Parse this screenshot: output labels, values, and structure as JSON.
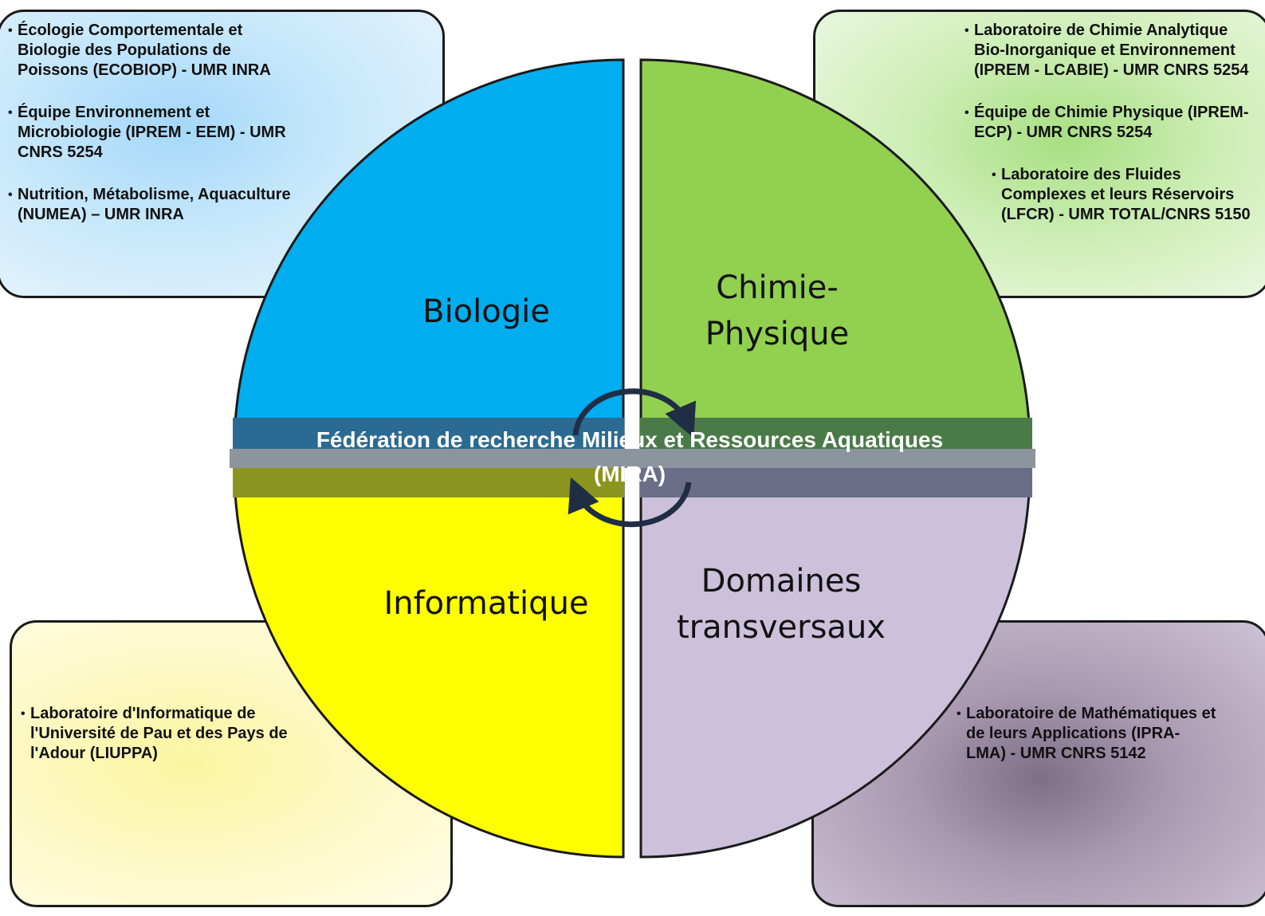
{
  "diagram": {
    "center_title": "Fédération de recherche Milieux et Ressources Aquatiques (MIRA)",
    "colors": {
      "biologie": "#00adef",
      "chimie": "#92d050",
      "informatique": "#ffff00",
      "domaines": "#ccc0da",
      "band_left_top": "#2b6a92",
      "band_right_top": "#4a7a48",
      "band_left_bottom": "#8a9520",
      "band_right_bottom": "#6b6e88",
      "cycle_arrows": "#1f2d45"
    },
    "quadrants": {
      "biologie": {
        "label": "Biologie",
        "items": [
          "Écologie Comportementale et Biologie des Populations de Poissons (ECOBIOP) - UMR INRA",
          "Équipe Environnement et Microbiologie (IPREM - EEM) - UMR CNRS 5254",
          "Nutrition, Métabolisme, Aquaculture (NUMEA) – UMR INRA"
        ]
      },
      "chimie": {
        "label_line1": "Chimie-",
        "label_line2": "Physique",
        "items": [
          "Laboratoire de Chimie Analytique Bio-Inorganique et Environnement (IPREM - LCABIE) - UMR CNRS 5254",
          "Équipe de Chimie Physique (IPREM-ECP) - UMR CNRS 5254",
          "Laboratoire des Fluides Complexes et leurs Réservoirs (LFCR)  - UMR TOTAL/CNRS 5150"
        ]
      },
      "informatique": {
        "label": "Informatique",
        "items": [
          "Laboratoire d'Informatique de l'Université de Pau et des Pays de l'Adour (LIUPPA)"
        ]
      },
      "domaines": {
        "label_line1": "Domaines",
        "label_line2": "transversaux",
        "items": [
          "Laboratoire de Mathématiques et de leurs Applications (IPRA-LMA) - UMR CNRS 5142"
        ]
      }
    }
  }
}
